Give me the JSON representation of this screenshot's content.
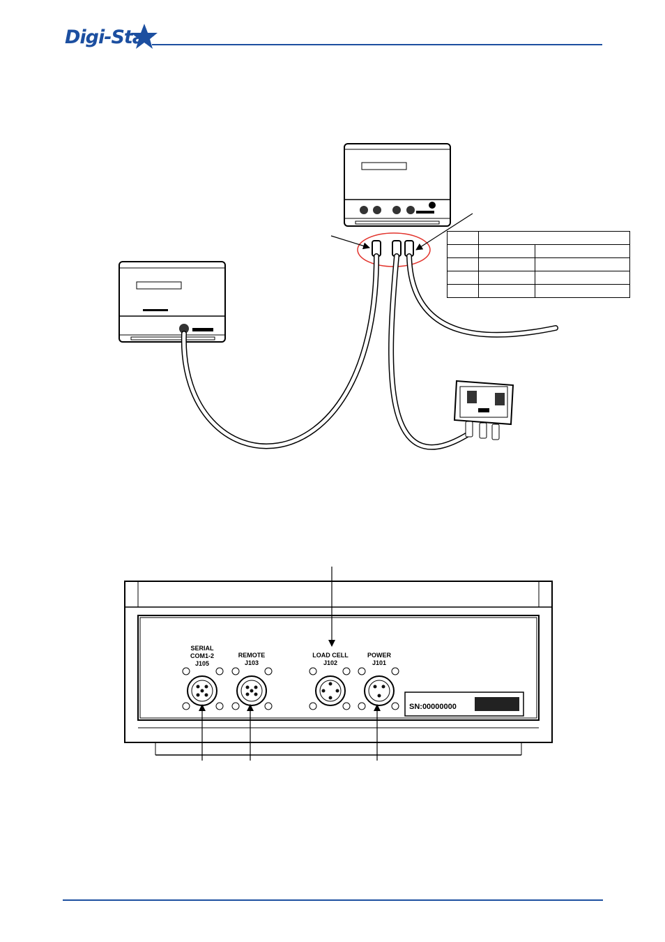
{
  "header": {
    "logo_text": "Digi-Star",
    "accent_color": "#1c4fa0"
  },
  "bottom_view": {
    "connectors": [
      {
        "label_lines": [
          "SERIAL",
          "COM1-2",
          "J105"
        ]
      },
      {
        "label_lines": [
          "REMOTE",
          "J103"
        ]
      },
      {
        "label_lines": [
          "LOAD CELL",
          "J102"
        ]
      },
      {
        "label_lines": [
          "POWER",
          "J101"
        ]
      }
    ],
    "serial_number": "SN:00000000"
  },
  "icons": [
    "star-icon",
    "arrow-icon"
  ]
}
